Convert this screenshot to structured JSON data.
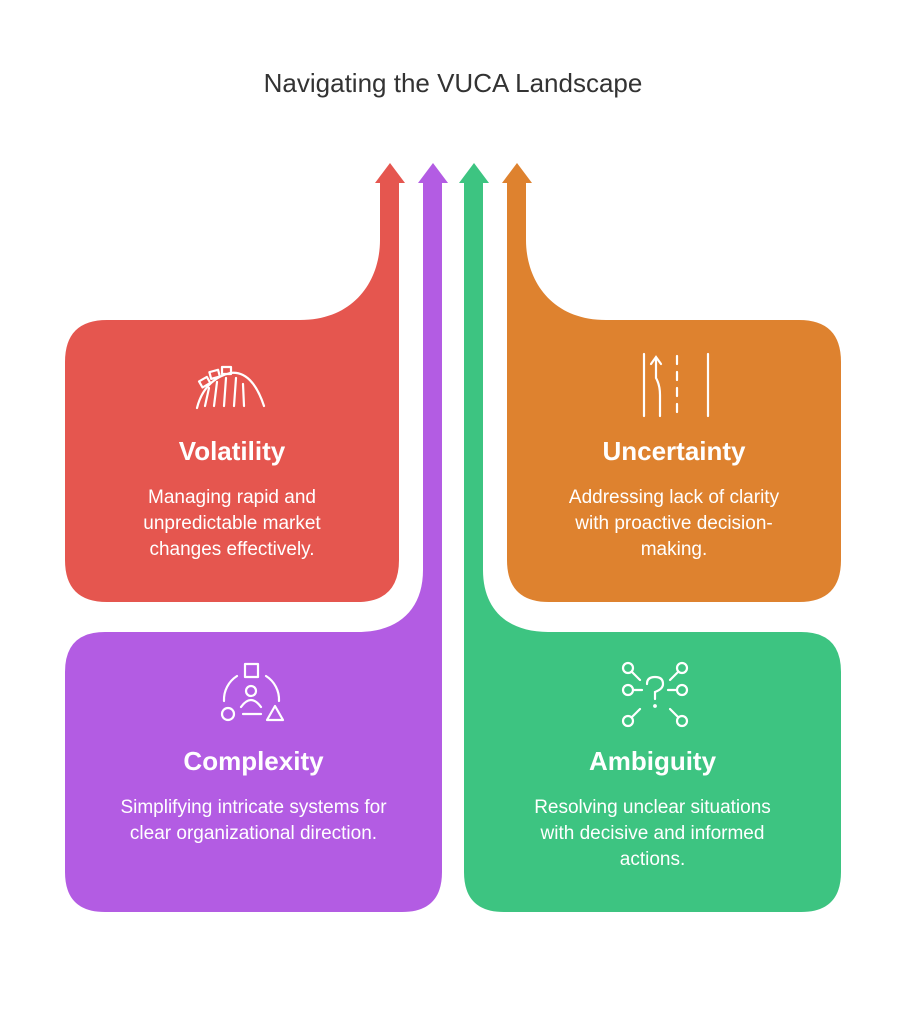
{
  "title": "Navigating the VUCA Landscape",
  "colors": {
    "volatility": "#E5564F",
    "complexity": "#B35CE3",
    "ambiguity": "#3DC481",
    "uncertainty": "#DE822F",
    "text": "#333333"
  },
  "cards": {
    "volatility": {
      "title": "Volatility",
      "description": "Managing rapid and unpredictable market changes effectively.",
      "icon": "roller-coaster-icon"
    },
    "uncertainty": {
      "title": "Uncertainty",
      "description": "Addressing lack of clarity with proactive decision-making.",
      "icon": "road-lanes-icon"
    },
    "complexity": {
      "title": "Complexity",
      "description": "Simplifying intricate systems for clear organizational direction.",
      "icon": "person-shapes-icon"
    },
    "ambiguity": {
      "title": "Ambiguity",
      "description": "Resolving unclear situations with decisive and informed actions.",
      "icon": "question-network-icon"
    }
  }
}
